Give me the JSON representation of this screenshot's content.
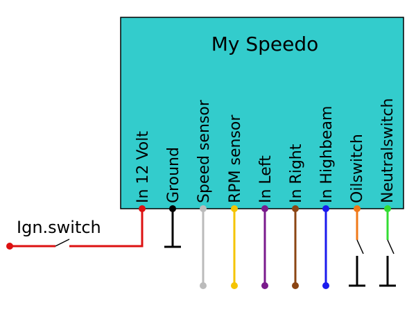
{
  "title": "My Speedo",
  "box_color": "#33cccc",
  "ignition_label": "Ign.switch",
  "pins": [
    {
      "label": "In 12 Volt",
      "color": "#dd1111"
    },
    {
      "label": "Ground",
      "color": "#000000"
    },
    {
      "label": "Speed sensor",
      "color": "#bbbbbb"
    },
    {
      "label": "RPM sensor",
      "color": "#f5c400"
    },
    {
      "label": "In Left",
      "color": "#7a1a8c"
    },
    {
      "label": "In Right",
      "color": "#8b4513"
    },
    {
      "label": "In Highbeam",
      "color": "#1a1aee"
    },
    {
      "label": "Oilswitch",
      "color": "#f07818"
    },
    {
      "label": "Neutralswitch",
      "color": "#33dd33"
    }
  ]
}
